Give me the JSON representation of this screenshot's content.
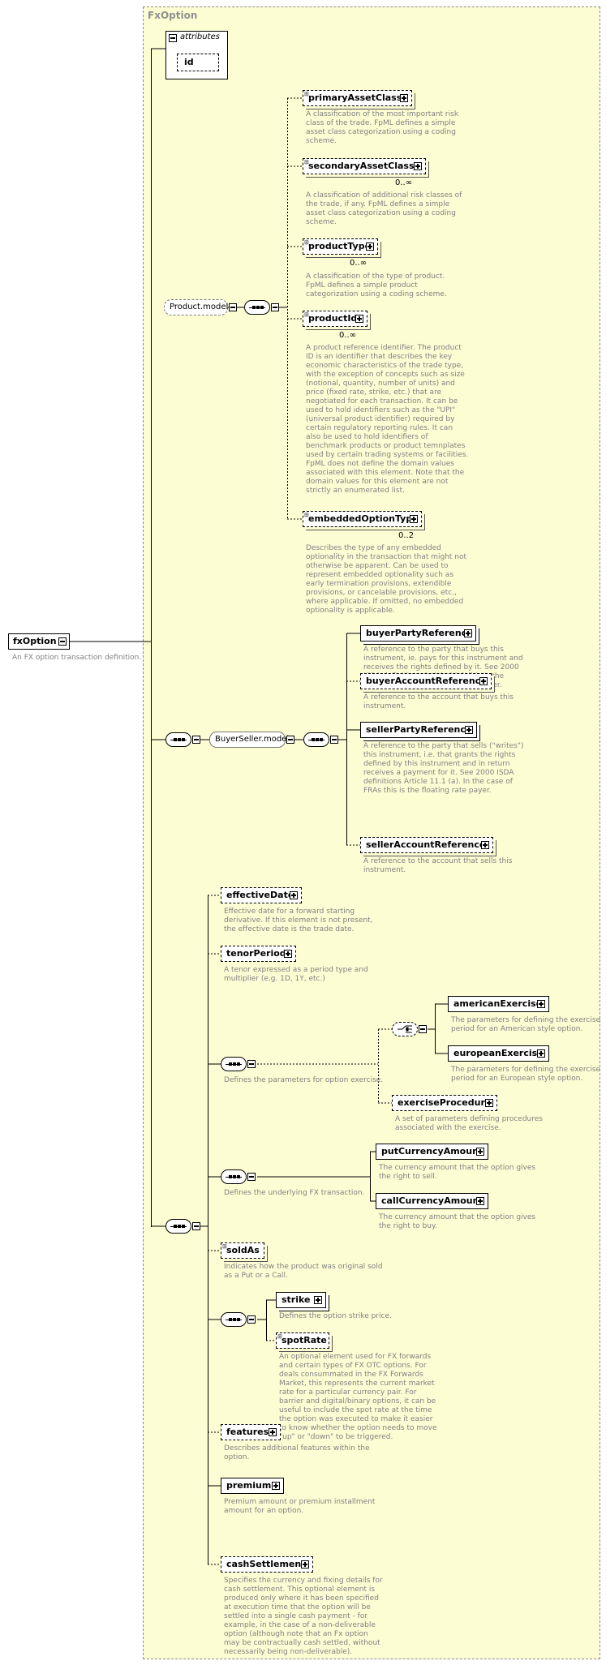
{
  "root": {
    "name": "fxOption",
    "doc": "An FX option transaction definition."
  },
  "complex_type": {
    "title": "FxOption"
  },
  "attributes": {
    "header": "attributes",
    "id": "id"
  },
  "product_model": {
    "label": "Product.model",
    "elements": [
      {
        "name": "primaryAssetClass",
        "occurrence": "",
        "doc": [
          "A classification of the most important risk",
          "class of the trade. FpML defines a simple",
          "asset class categorization using a coding",
          "scheme."
        ]
      },
      {
        "name": "secondaryAssetClass",
        "occurrence": "0..∞",
        "doc": [
          "A classification of additional risk classes of",
          "the trade, if any. FpML defines a simple",
          "asset class categorization using a coding",
          "scheme."
        ]
      },
      {
        "name": "productType",
        "occurrence": "0..∞",
        "doc": [
          "A classification of the type of product.",
          "FpML defines a simple product",
          "categorization using a coding scheme."
        ]
      },
      {
        "name": "productId",
        "occurrence": "0..∞",
        "doc": [
          "A product reference identifier. The product",
          "ID is an identifier that describes the key",
          "economic characteristics of the trade type,",
          "with the exception of concepts such as size",
          "(notional, quantity, number of units) and",
          "price (fixed rate, strike, etc.) that are",
          "negotiated for each transaction. It can be",
          "used to hold identifiers such as the \"UPI\"",
          "(universal product identifier) required by",
          "certain regulatory reporting rules. It can",
          "also be used to hold identifiers of",
          "benchmark products or product temnplates",
          "used by certain trading systems or facilities.",
          "FpML does not define the domain values",
          "associated with this element. Note that the",
          "domain values for this element are not",
          "strictly an enumerated list."
        ]
      },
      {
        "name": "embeddedOptionType",
        "occurrence": "0..2",
        "doc": [
          "Describes the type of any embedded",
          "optionality in the transaction that might not",
          "otherwise be apparent. Can be used to",
          "represent embedded optionality such as",
          "early termination provisions, extendible",
          "provisions, or cancelable provisions, etc.,",
          "where applicable. If omitted, no embedded",
          "optionality is applicable."
        ]
      }
    ]
  },
  "buyer_seller_model": {
    "label": "BuyerSeller.model",
    "elements": [
      {
        "name": "buyerPartyReference",
        "doc": [
          "A reference to the party that buys this",
          "instrument, ie. pays for this instrument and",
          "receives the rights defined by it. See 2000",
          "ISDA definitions Article 11.1 (b). In the",
          "case of FRAs this the fixed rate payer."
        ]
      },
      {
        "name": "buyerAccountReference",
        "doc": [
          "A reference to the account that buys this",
          "instrument."
        ]
      },
      {
        "name": "sellerPartyReference",
        "doc": [
          "A reference to the party that sells (\"writes\")",
          "this instrument, i.e. that grants the rights",
          "defined by this instrument and in return",
          "receives a payment for it. See 2000 ISDA",
          "definitions Article 11.1 (a). In the case of",
          "FRAs this is the floating rate payer."
        ]
      },
      {
        "name": "sellerAccountReference",
        "doc": [
          "A reference to the account that sells this",
          "instrument."
        ]
      }
    ]
  },
  "effectiveDate": {
    "name": "effectiveDate",
    "doc": [
      "Effective date for a forward starting",
      "derivative. If this element is not present,",
      "the effective date is the trade date."
    ]
  },
  "tenorPeriod": {
    "name": "tenorPeriod",
    "doc": [
      "A tenor expressed as a period type and",
      "multiplier (e.g. 1D, 1Y, etc.)"
    ]
  },
  "exercise_group": {
    "doc": "Defines the parameters for option exercise.",
    "americanExercise": {
      "name": "americanExercise",
      "doc": [
        "The parameters for defining the exercise",
        "period for an American style option."
      ]
    },
    "europeanExercise": {
      "name": "europeanExercise",
      "doc": [
        "The parameters for defining the exercise",
        "period for an European style option."
      ]
    },
    "exerciseProcedure": {
      "name": "exerciseProcedure",
      "doc": [
        "A set of parameters defining procedures",
        "associated with the exercise."
      ]
    }
  },
  "currency_group": {
    "doc": "Defines the underlying FX transaction.",
    "putCurrencyAmount": {
      "name": "putCurrencyAmount",
      "doc": [
        "The currency amount that the option gives",
        "the right to sell."
      ]
    },
    "callCurrencyAmount": {
      "name": "callCurrencyAmount",
      "doc": [
        "The currency amount that the option gives",
        "the right to buy."
      ]
    }
  },
  "soldAs": {
    "name": "soldAs",
    "doc": [
      "Indicates how the product was original sold",
      "as a Put or a Call."
    ]
  },
  "strike_group": {
    "strike": {
      "name": "strike",
      "doc": [
        "Defines the option strike price."
      ]
    },
    "spotRate": {
      "name": "spotRate",
      "doc": [
        "An optional element used for FX forwards",
        "and certain types of FX OTC options. For",
        "deals consummated in the FX Forwards",
        "Market, this represents the current market",
        "rate for a particular currency pair. For",
        "barrier and digital/binary options, it can be",
        "useful to include the spot rate at the time",
        "the option was executed to make it easier",
        "to know whether the option needs to move",
        "\"up\" or \"down\" to be triggered."
      ]
    }
  },
  "features": {
    "name": "features",
    "doc": [
      "Describes additional features within the",
      "option."
    ]
  },
  "premium": {
    "name": "premium",
    "doc": [
      "Premium amount or premium installment",
      "amount for an option."
    ]
  },
  "cashSettlement": {
    "name": "cashSettlement",
    "doc": [
      "Specifies the currency and fixing details for",
      "cash settlement. This optional element is",
      "produced only where it has been specified",
      "at execution time that the option will be",
      "settled into a single cash payment - for",
      "example, in the case of a non-deliverable",
      "option (although note that an Fx option",
      "may be contractually cash settled, without",
      "necessarily being non-deliverable)."
    ]
  }
}
